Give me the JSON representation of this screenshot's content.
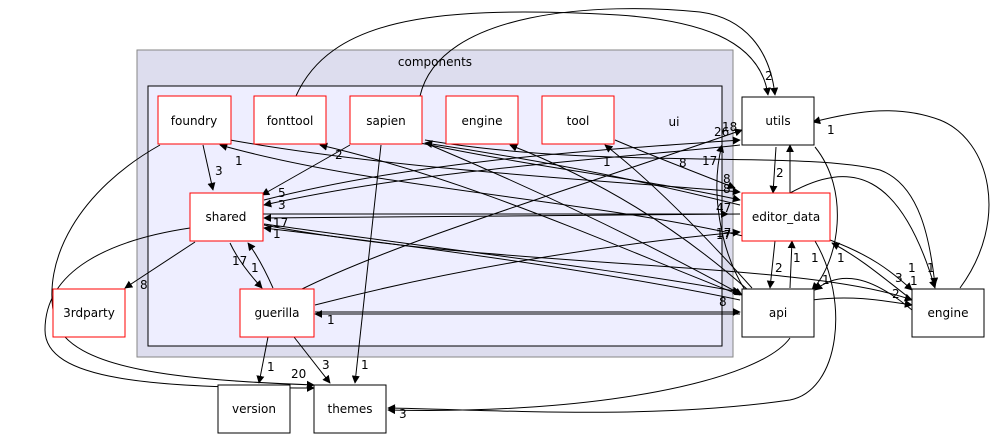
{
  "cluster": {
    "outer_label": "components",
    "inner_label": "ui"
  },
  "nodes": {
    "foundry": "foundry",
    "fonttool": "fonttool",
    "sapien": "sapien",
    "engine_ui": "engine",
    "tool": "tool",
    "shared": "shared",
    "guerilla": "guerilla",
    "thirdparty": "3rdparty",
    "version": "version",
    "themes": "themes",
    "utils": "utils",
    "editor_data": "editor_data",
    "api": "api",
    "engine": "engine"
  },
  "edge_labels": {
    "fonttool_utils": "2",
    "foundry_shared": "3",
    "shared_foundry": "1",
    "sapien_shared": "2",
    "shared_editor": "5",
    "shared_editor_b": "3",
    "shared_api": "17",
    "shared_api_b": "1",
    "shared_guerilla": "17",
    "guerilla_shared": "1",
    "shared_thirdparty": "8",
    "guerilla_api": "1",
    "guerilla_version": "1",
    "guerilla_themes": "3",
    "foundry_themes": "20",
    "sapien_themes": "1",
    "tool_editor": "8",
    "editor_utils_a": "26",
    "editor_utils_b": "18",
    "editor_utils_c": "17",
    "editor_utils_d": "1",
    "api_utils": "17",
    "editor_engine_a": "8",
    "editor_engine_b": "8",
    "editor_shared": "47",
    "api_editor": "17",
    "api_sapien": "8",
    "utils_editor": "2",
    "utils_engine": "1",
    "editor_api_a": "2",
    "editor_api_b": "1",
    "api_editor_b": "1",
    "editor_engine_c": "1",
    "editor_engine_d": "1",
    "engine_editor": "3",
    "engine_editor_b": "2",
    "engine_api": "1",
    "editor_themes": "3",
    "api_themes": "1",
    "engine_utils": "1"
  }
}
